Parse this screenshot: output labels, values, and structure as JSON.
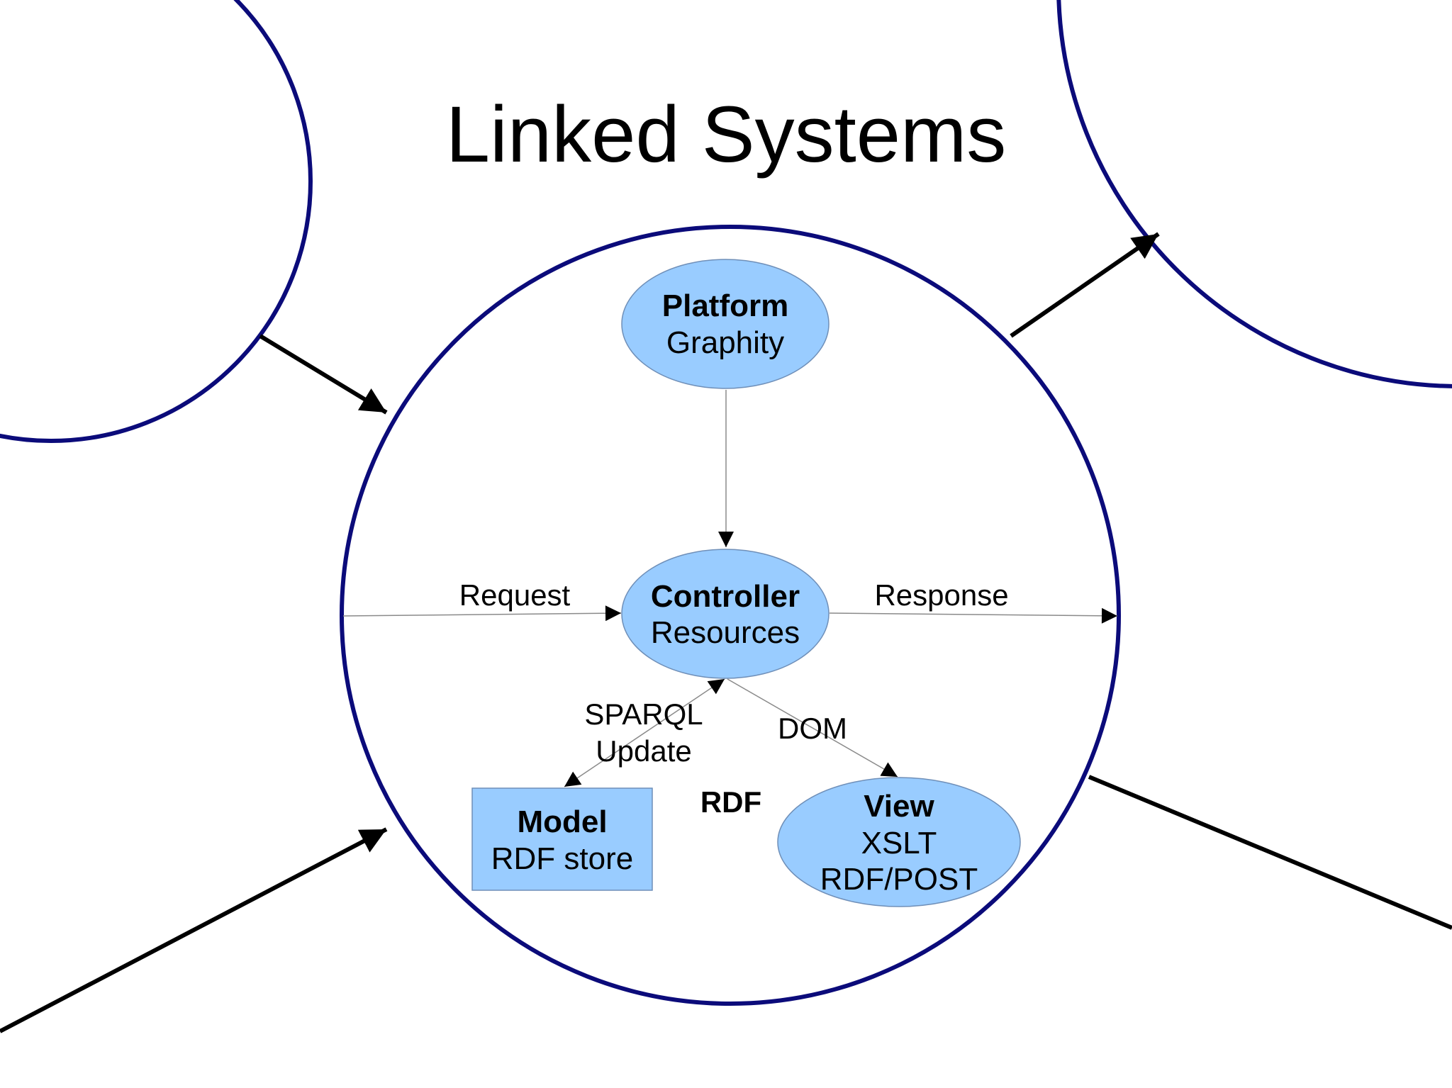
{
  "title": "Linked Systems",
  "colors": {
    "circle_stroke": "#0b0b7a",
    "node_fill": "#99ccff",
    "node_stroke": "#6f8fb8",
    "edge": "#8a8a8a",
    "outer_arrow": "#000000"
  },
  "nodes": {
    "platform": {
      "title": "Platform",
      "subtitle": "Graphity"
    },
    "controller": {
      "title": "Controller",
      "subtitle": "Resources"
    },
    "model": {
      "title": "Model",
      "subtitle": "RDF store"
    },
    "view": {
      "title": "View",
      "line2": "XSLT",
      "line3": "RDF/POST"
    }
  },
  "edges": {
    "request": "Request",
    "response": "Response",
    "sparql_line1": "SPARQL",
    "sparql_line2": "Update",
    "dom": "DOM",
    "rdf": "RDF"
  }
}
